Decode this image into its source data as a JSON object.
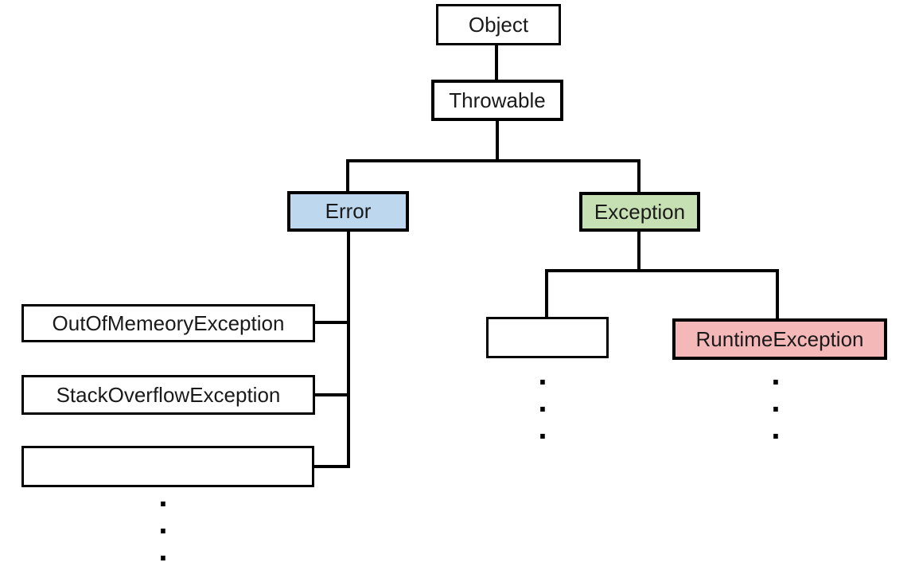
{
  "background": "#ffffff",
  "line_color": "#000000",
  "glyphs": {
    "dot": "."
  },
  "nodes": {
    "object": {
      "label": "Object",
      "fill": "#ffffff"
    },
    "throwable": {
      "label": "Throwable",
      "fill": "#ffffff"
    },
    "error": {
      "label": "Error",
      "fill": "#bdd7ee"
    },
    "exception": {
      "label": "Exception",
      "fill": "#c6e0b4"
    },
    "out_of_memeory_exception": {
      "label": "OutOfMemeoryException",
      "fill": "#ffffff"
    },
    "stack_overflow_exception": {
      "label": "StackOverflowException",
      "fill": "#ffffff"
    },
    "error_unnamed_child": {
      "label": "",
      "fill": "#ffffff"
    },
    "exception_unnamed_child": {
      "label": "",
      "fill": "#ffffff"
    },
    "runtime_exception": {
      "label": "RuntimeException",
      "fill": "#f5b8b8"
    }
  }
}
